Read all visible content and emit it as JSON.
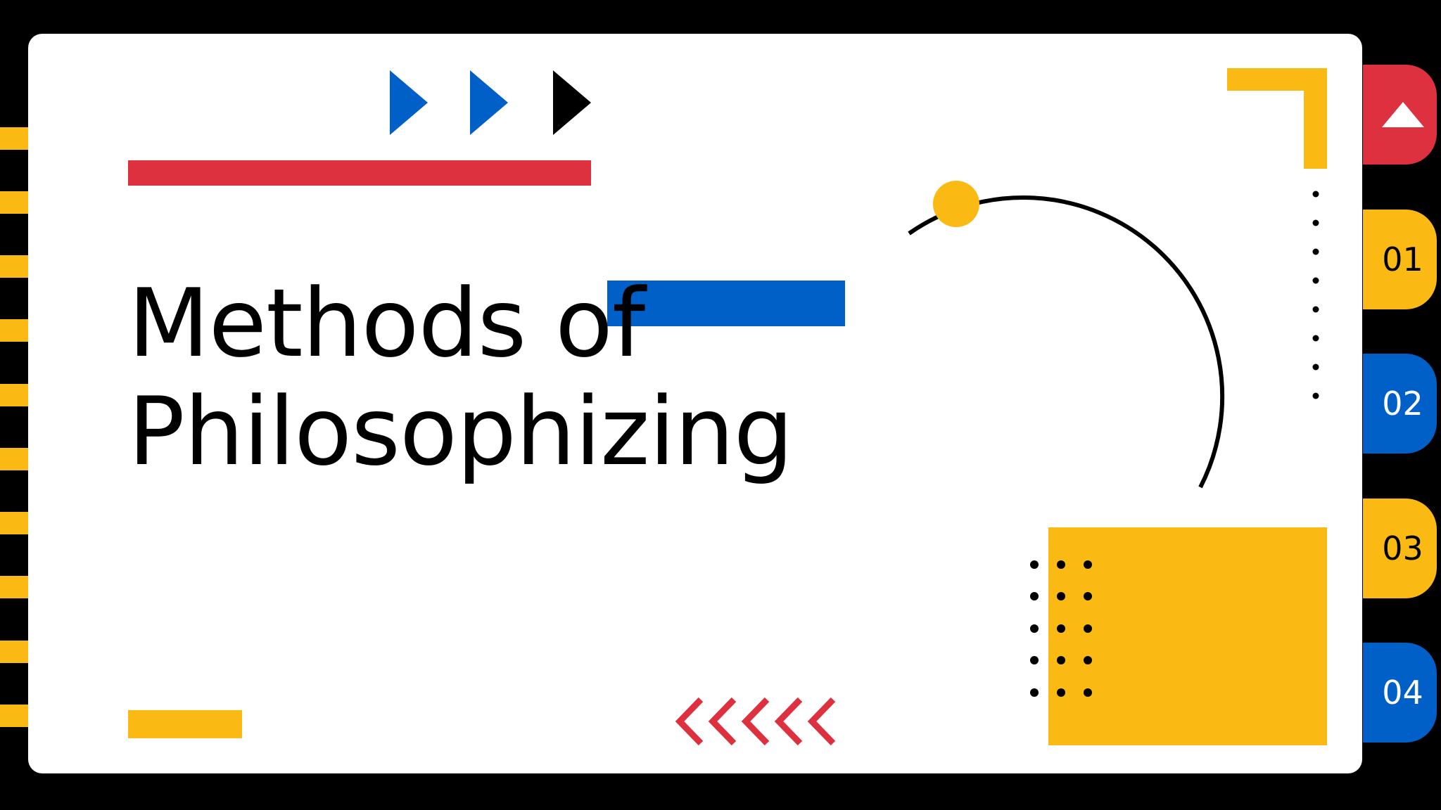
{
  "slide": {
    "title_line1": "Methods of",
    "title_line2": "Philosophizing"
  },
  "tabs": [
    {
      "name": "up",
      "label": "",
      "color": "#DE3140",
      "icon": "triangle-up-icon"
    },
    {
      "name": "01",
      "label": "01",
      "color": "#FBB913"
    },
    {
      "name": "02",
      "label": "02",
      "color": "#0060C7"
    },
    {
      "name": "03",
      "label": "03",
      "color": "#FBB913"
    },
    {
      "name": "04",
      "label": "04",
      "color": "#0060C7"
    }
  ],
  "colors": {
    "background": "#000000",
    "card": "#FFFFFF",
    "red": "#DE3140",
    "blue": "#0060C7",
    "yellow": "#FBB913",
    "black": "#000000"
  },
  "icons": [
    "play-arrow-icon",
    "chevron-left-icon",
    "triangle-up-icon"
  ]
}
